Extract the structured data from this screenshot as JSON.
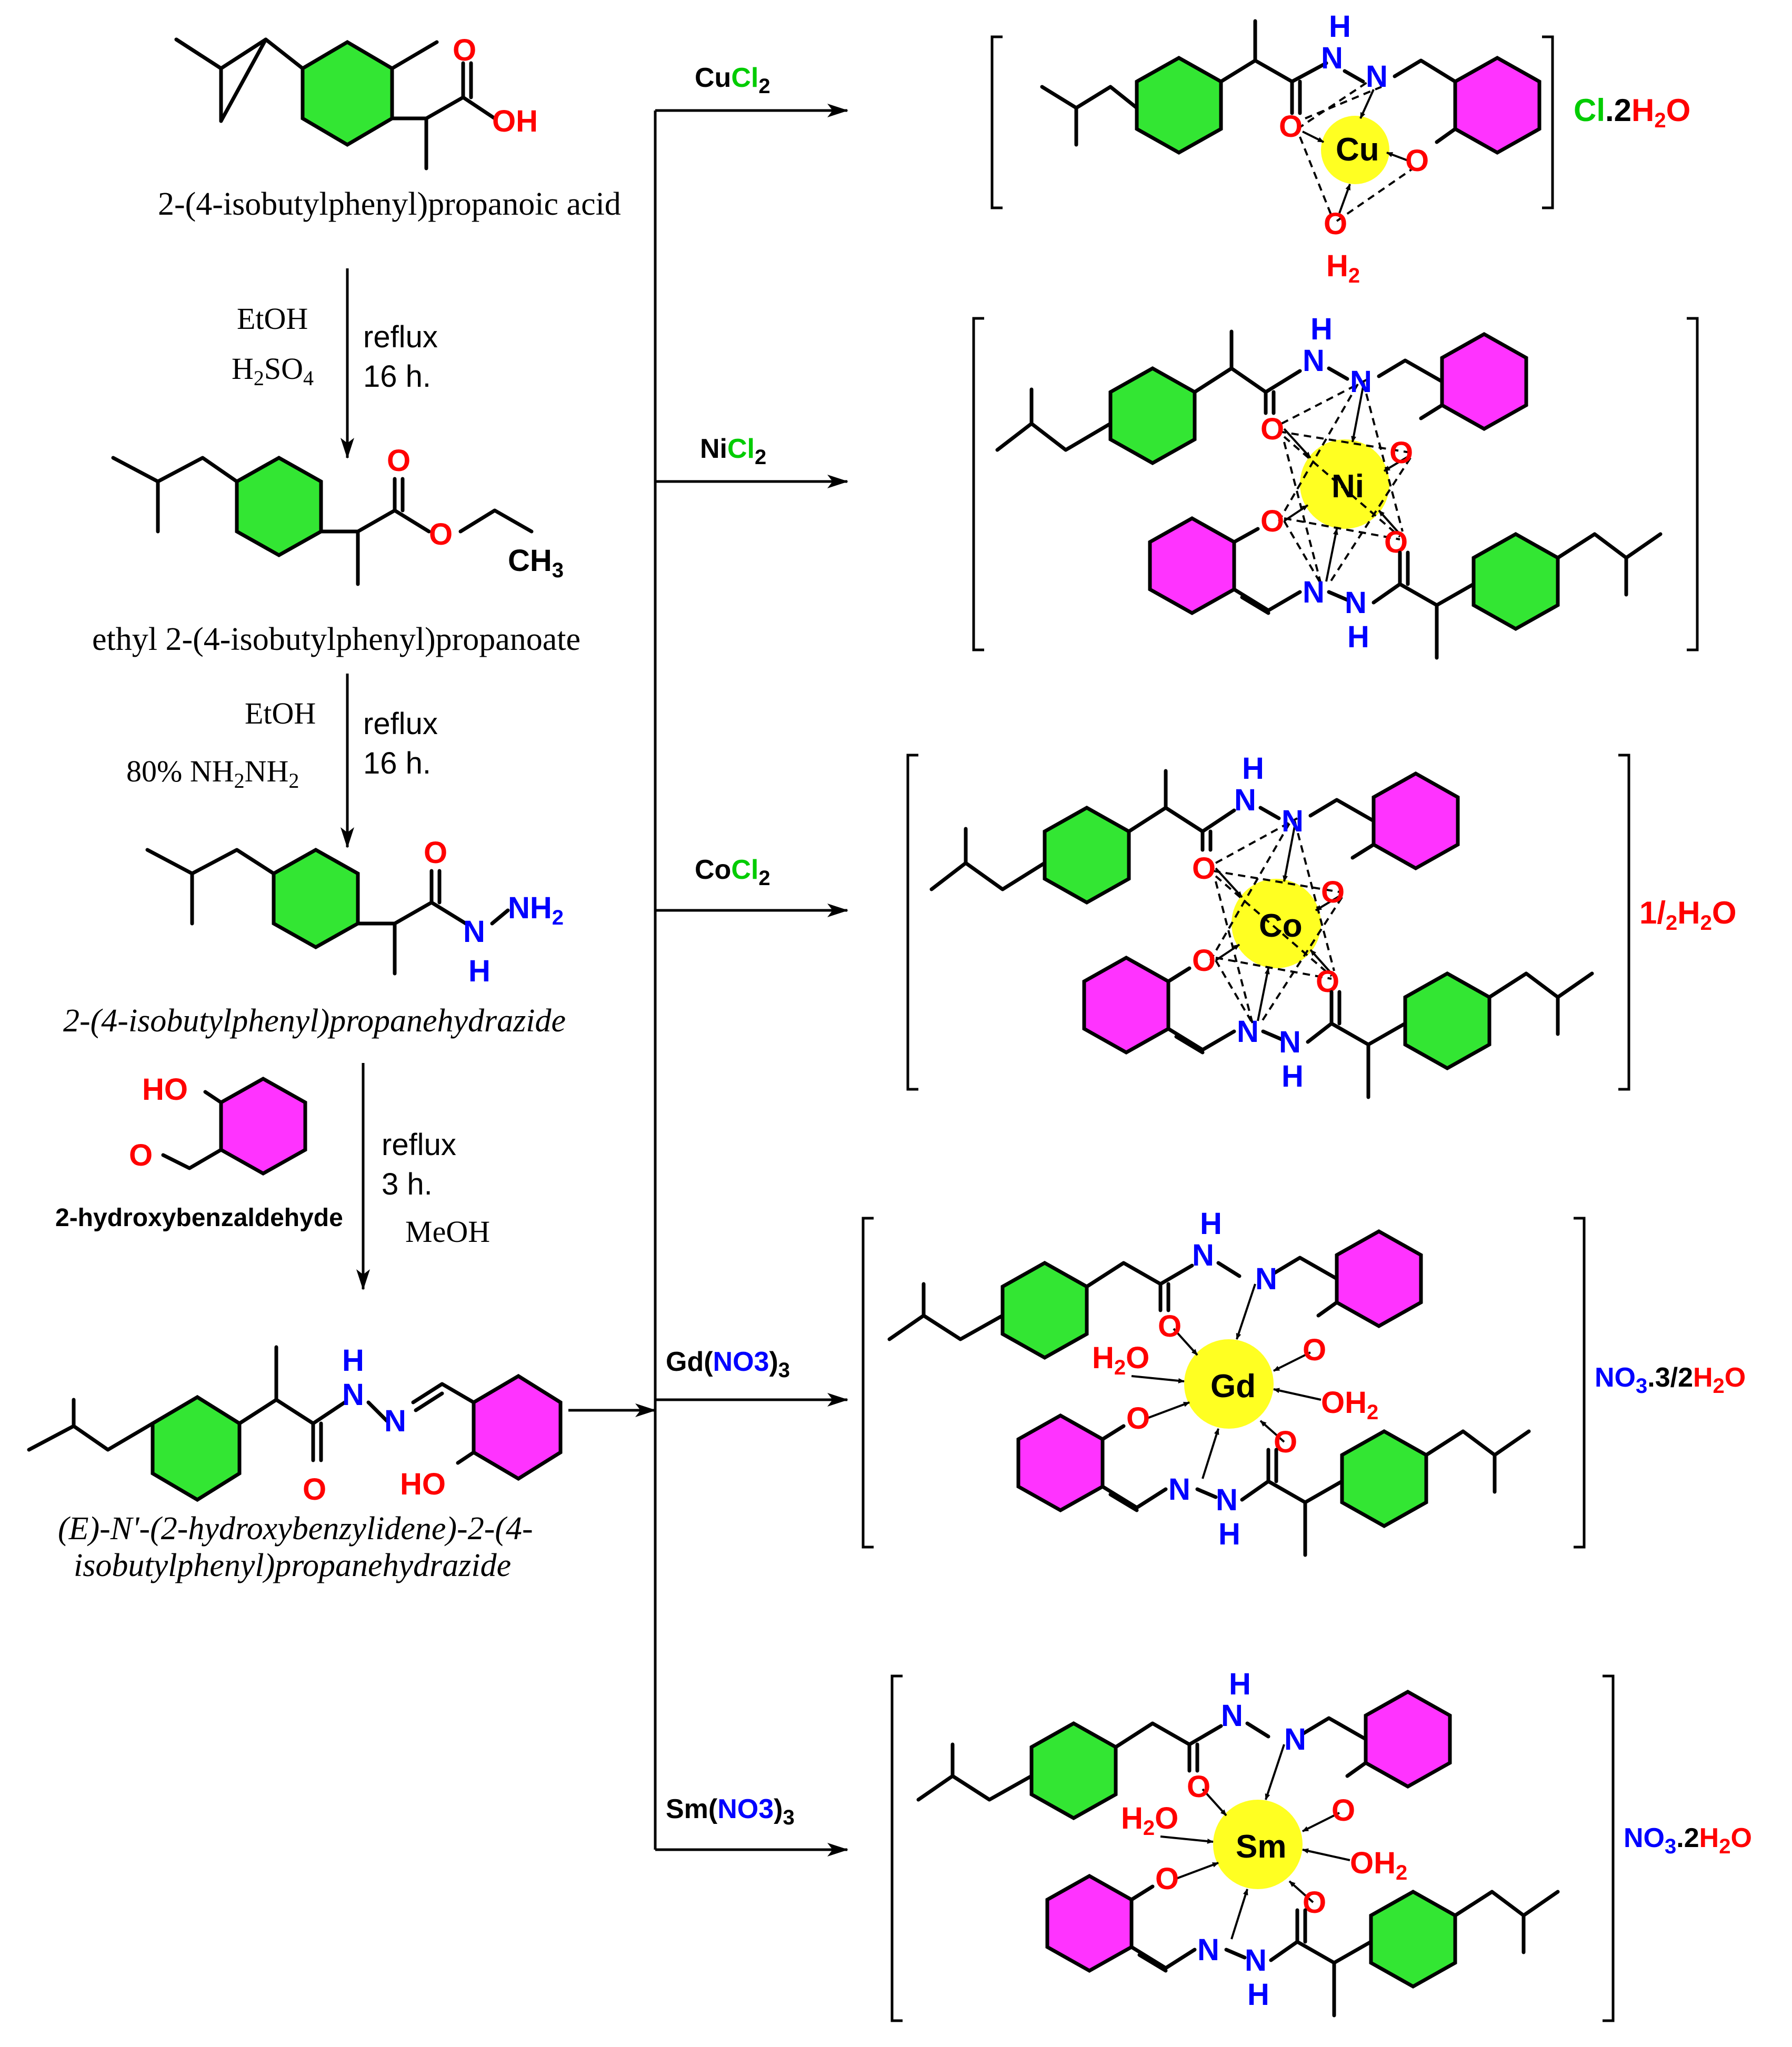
{
  "compounds": {
    "ibuprofen": "2-(4-isobutylphenyl)propanoic acid",
    "ester": "ethyl 2-(4-isobutylphenyl)propanoate",
    "hydrazide": "2-(4-isobutylphenyl)propanehydrazide",
    "aldehyde": "2-hydroxybenzaldehyde",
    "ligand_line1": "(E)-N'-(2-hydroxybenzylidene)-2-(4-",
    "ligand_line2": "isobutylphenyl)propanehydrazide"
  },
  "steps": {
    "step1": {
      "solvent": "EtOH",
      "acid": "H2SO4",
      "cond1": "reflux",
      "cond2": "16 h."
    },
    "step2": {
      "solvent": "EtOH",
      "reagent": "80% NH2NH2",
      "cond1": "reflux",
      "cond2": "16 h."
    },
    "step3": {
      "cond1": "reflux",
      "cond2": "3 h.",
      "solvent": "MeOH"
    }
  },
  "metal_salts": [
    {
      "metal": "Cu",
      "anion": "Cl",
      "suffix": "2"
    },
    {
      "metal": "Ni",
      "anion": "Cl",
      "suffix": "2"
    },
    {
      "metal": "Co",
      "anion": "Cl",
      "suffix": "2"
    },
    {
      "metal": "Gd",
      "anion": "NO3",
      "suffix": "3"
    },
    {
      "metal": "Sm",
      "anion": "NO3",
      "suffix": "3"
    }
  ],
  "complexes": [
    {
      "metal": "Cu",
      "counter": "Cl.2H2O"
    },
    {
      "metal": "Ni",
      "counter": ""
    },
    {
      "metal": "Co",
      "counter": "1/2H2O"
    },
    {
      "metal": "Gd",
      "counter": "NO3.3/2H2O"
    },
    {
      "metal": "Sm",
      "counter": "NO3.2H2O"
    }
  ],
  "atoms": {
    "O": "O",
    "OH": "OH",
    "HO": "HO",
    "N": "N",
    "H": "H",
    "NH2": "NH2",
    "CH3": "CH3",
    "H2O": "H2O",
    "OH2": "OH2",
    "H2": "H2"
  },
  "colors": {
    "oxygen": "#ff0000",
    "nitrogen": "#0000ff",
    "chlorine": "#00cc00",
    "green_ring": "#33e633",
    "magenta_ring": "#ff33ff",
    "metal": "#ffff22"
  }
}
